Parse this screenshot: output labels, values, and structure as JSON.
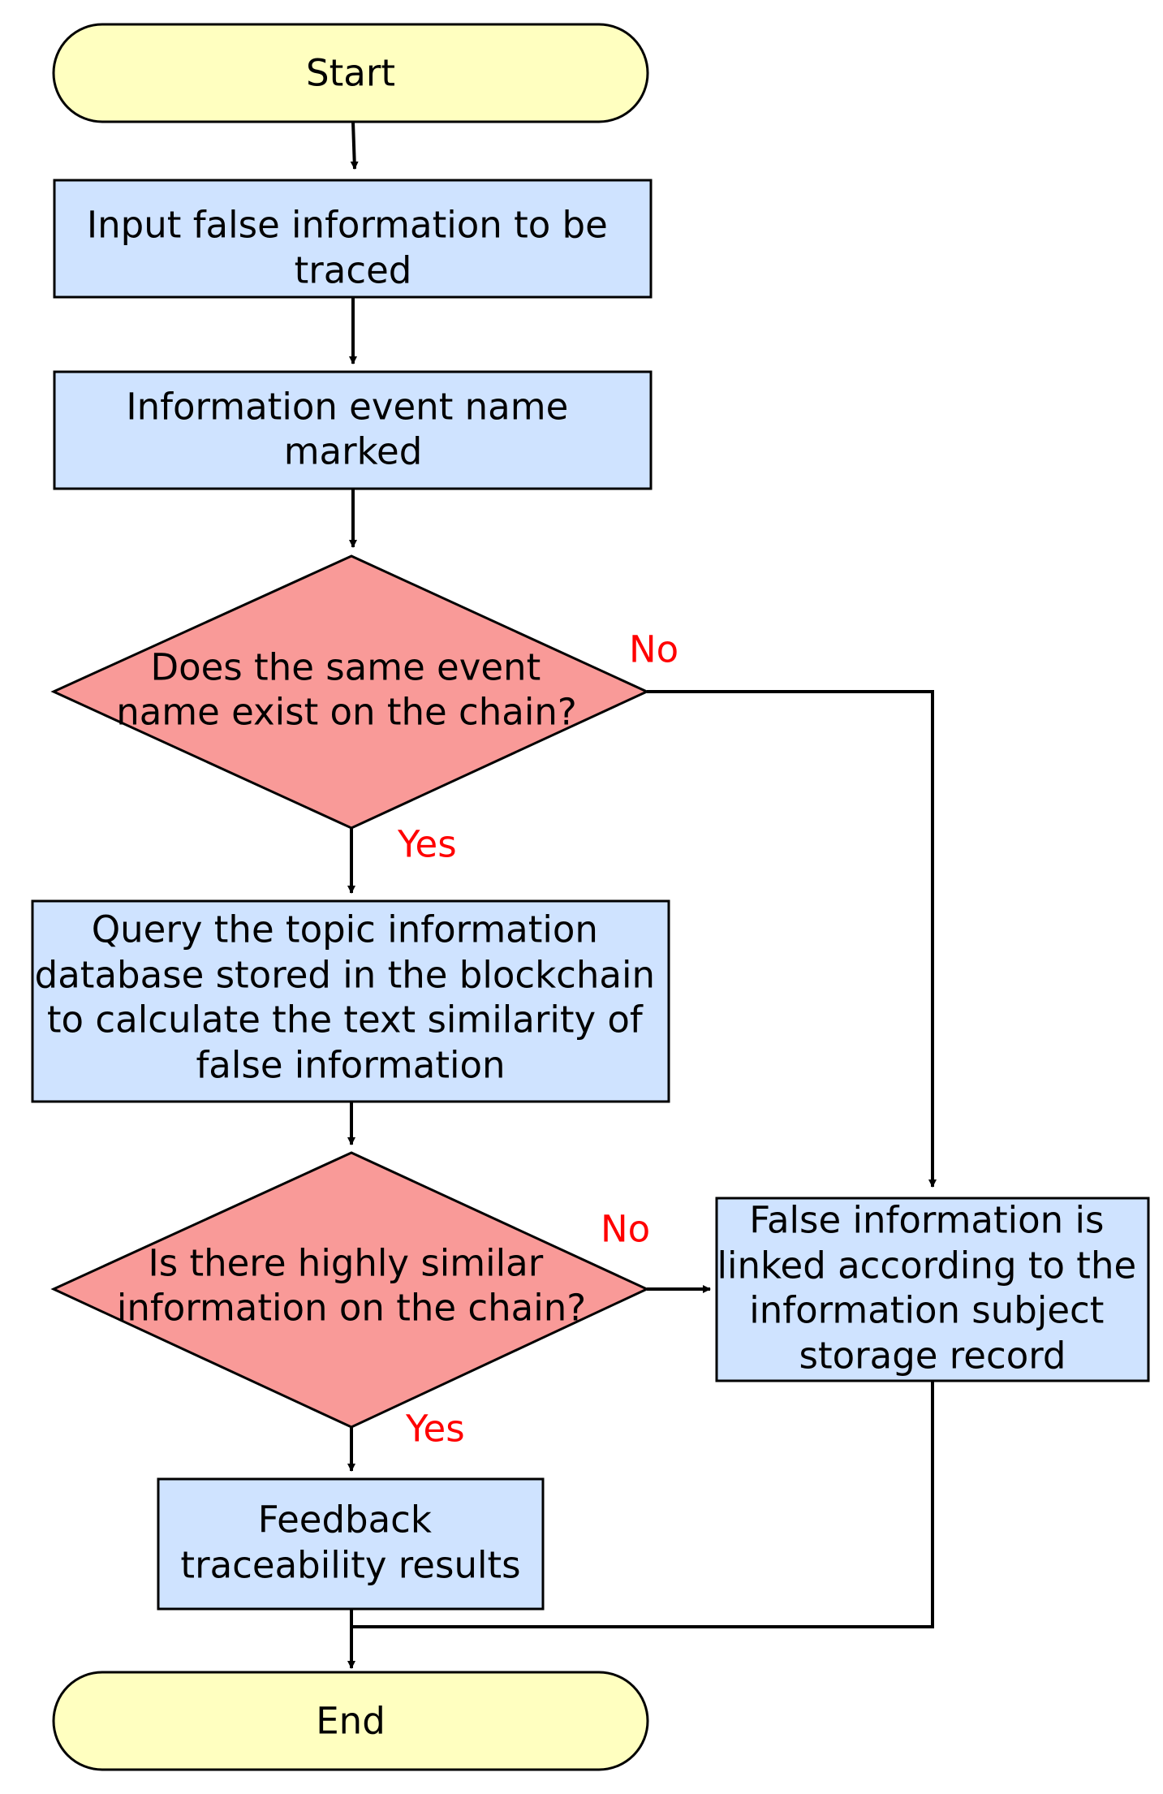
{
  "colors": {
    "terminal_fill": "#FFFFC0",
    "process_fill": "#CFE3FF",
    "decision_fill": "#F99A98",
    "branch_label": "#FF0000",
    "line": "#000000"
  },
  "nodes": {
    "start": {
      "text": "Start"
    },
    "input": {
      "lines": [
        "Input false information to be",
        "traced"
      ]
    },
    "mark": {
      "lines": [
        "Information event name",
        "marked"
      ]
    },
    "decision1": {
      "lines": [
        "Does the same event",
        "name exist on the chain?"
      ]
    },
    "query": {
      "lines": [
        "Query the topic information",
        "database stored in the blockchain",
        "to calculate the text similarity of",
        "false information"
      ]
    },
    "decision2": {
      "lines": [
        "Is there highly similar",
        "information on the chain?"
      ]
    },
    "linked": {
      "lines": [
        "False information is",
        "linked according to the",
        "information subject",
        "storage record"
      ]
    },
    "feedback": {
      "lines": [
        "Feedback",
        "traceability results"
      ]
    },
    "end": {
      "text": "End"
    }
  },
  "labels": {
    "decision1_no": "No",
    "decision1_yes": "Yes",
    "decision2_no": "No",
    "decision2_yes": "Yes"
  }
}
